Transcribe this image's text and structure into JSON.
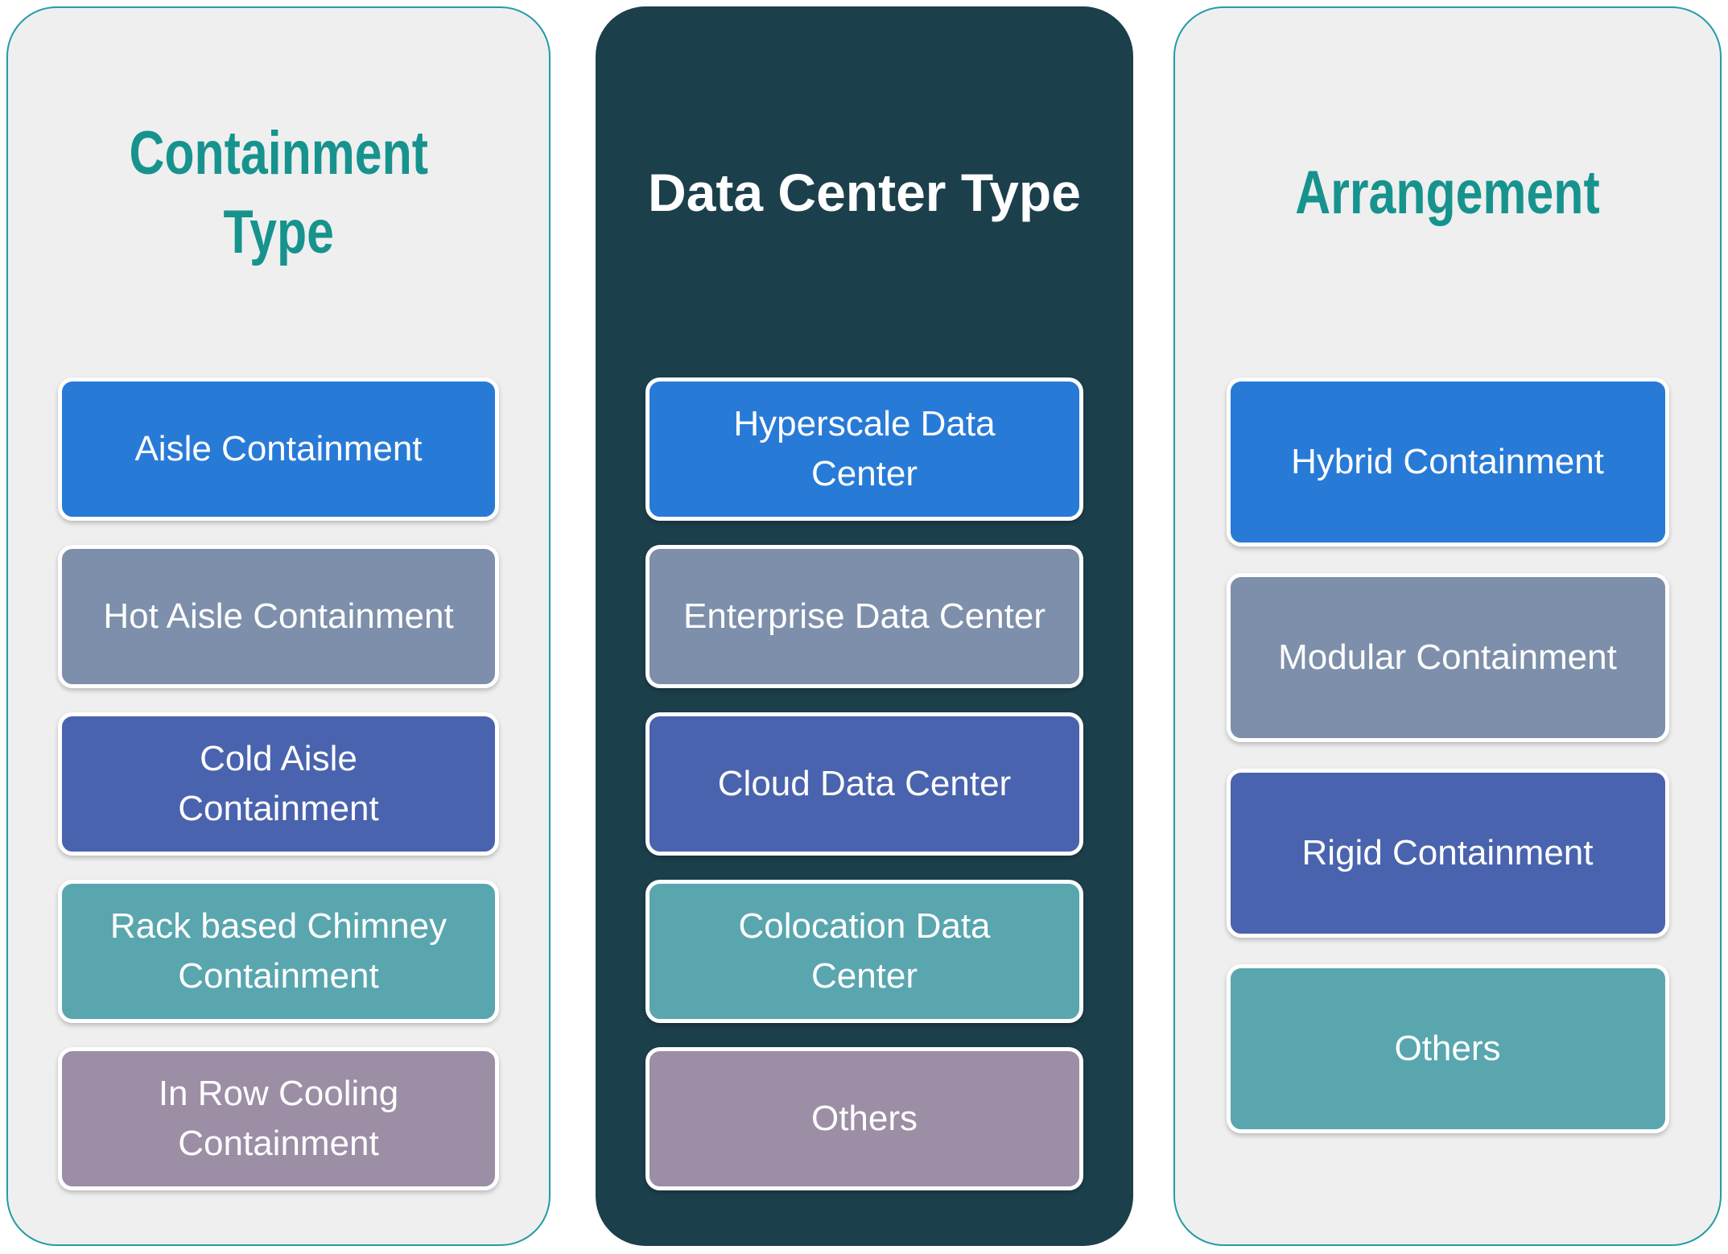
{
  "palette": {
    "panel_light_bg": "#EFEFEF",
    "panel_light_border": "#249CA6",
    "panel_dark_bg": "#1C3F4C",
    "header_teal": "#17938E",
    "title_on_dark": "#FFFFFF",
    "box_blue": "#287AD7",
    "box_slate_blue": "#7D8FAA",
    "box_indigo": "#4A63AE",
    "box_teal": "#59A6AF",
    "box_purple": "#9B8EA5",
    "box_text": "#FFFFFF",
    "box_border": "#FFFFFF"
  },
  "columns": [
    {
      "title": "Containment\nType",
      "theme": "light",
      "items": [
        {
          "label": "Aisle Containment",
          "color": "#287AD7"
        },
        {
          "label": "Hot Aisle Containment",
          "color": "#7D8FAA"
        },
        {
          "label": "Cold Aisle\nContainment",
          "color": "#4A63AE"
        },
        {
          "label": "Rack based Chimney\nContainment",
          "color": "#59A6AF"
        },
        {
          "label": "In Row Cooling\nContainment",
          "color": "#9B8EA5"
        }
      ]
    },
    {
      "title": "Data Center Type",
      "theme": "dark",
      "items": [
        {
          "label": "Hyperscale Data\nCenter",
          "color": "#287AD7"
        },
        {
          "label": "Enterprise Data Center",
          "color": "#7D8FAA"
        },
        {
          "label": "Cloud Data Center",
          "color": "#4A63AE"
        },
        {
          "label": "Colocation Data\nCenter",
          "color": "#59A6AF"
        },
        {
          "label": "Others",
          "color": "#9B8EA5"
        }
      ]
    },
    {
      "title": "Arrangement",
      "theme": "light",
      "items": [
        {
          "label": "Hybrid Containment",
          "color": "#287AD7"
        },
        {
          "label": "Modular Containment",
          "color": "#7D8FAA"
        },
        {
          "label": "Rigid Containment",
          "color": "#4A63AE"
        },
        {
          "label": "Others",
          "color": "#59A6AF"
        }
      ]
    }
  ]
}
